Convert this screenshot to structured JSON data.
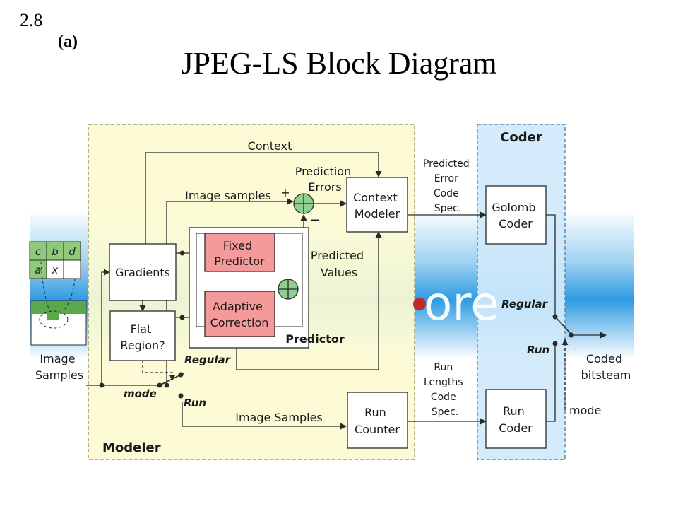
{
  "slide": {
    "number": "2.8",
    "subfigure": "(a)",
    "title": "JPEG-LS Block Diagram"
  },
  "modeler": {
    "label": "Modeler",
    "gradients_label": "Gradients",
    "flat_region": [
      "Flat",
      "Region?"
    ],
    "context_label": "Context",
    "image_samples_top": "Image samples",
    "plus_sign": "+",
    "minus_sign": "−",
    "prediction_errors": [
      "Prediction",
      "Errors"
    ],
    "context_modeler": [
      "Context",
      "Modeler"
    ],
    "predicted_values": [
      "Predicted",
      "Values"
    ],
    "predictor": {
      "label": "Predictor",
      "fixed": [
        "Fixed",
        "Predictor"
      ],
      "adaptive": [
        "Adaptive",
        "Correction"
      ]
    },
    "regular_switch": "Regular",
    "run_switch": "Run",
    "mode_label": "mode",
    "image_samples_bottom": "Image Samples",
    "run_counter": [
      "Run",
      "Counter"
    ]
  },
  "input": {
    "template": {
      "row1": [
        "c",
        "b",
        "d"
      ],
      "row2": [
        "a",
        "x"
      ]
    },
    "image_samples": [
      "Image",
      "Samples"
    ]
  },
  "links": {
    "predicted_error_spec": [
      "Predicted",
      "Error",
      "Code",
      "Spec."
    ],
    "run_lengths_spec": [
      "Run",
      "Lengths",
      "Code",
      "Spec."
    ]
  },
  "coder": {
    "label": "Coder",
    "golomb": [
      "Golomb",
      "Coder"
    ],
    "run_coder": [
      "Run",
      "Coder"
    ],
    "regular_switch": "Regular",
    "run_switch": "Run",
    "mode_label": "mode",
    "output": [
      "Coded",
      "bitsteam"
    ]
  },
  "background_fragment": "ore",
  "colors": {
    "modeler_fill": "#fcfbd2",
    "coder_fill": "#cfe9fb",
    "predictor_block": "#f59a9a",
    "banner_blue": "#2f9be3",
    "line": "#2a2a2a"
  }
}
